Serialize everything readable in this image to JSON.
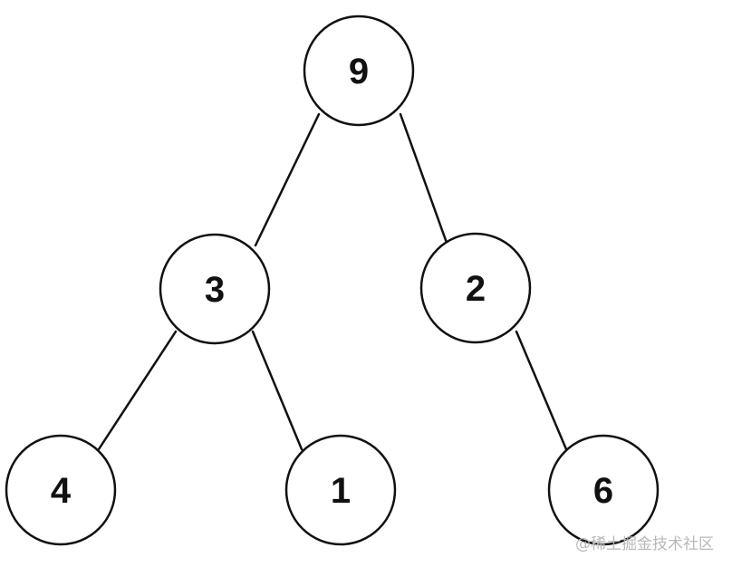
{
  "tree": {
    "nodes": [
      {
        "id": "n9",
        "label": "9"
      },
      {
        "id": "n3",
        "label": "3"
      },
      {
        "id": "n2",
        "label": "2"
      },
      {
        "id": "n4",
        "label": "4"
      },
      {
        "id": "n1",
        "label": "1"
      },
      {
        "id": "n6",
        "label": "6"
      }
    ],
    "edges": [
      {
        "from": "n9",
        "to": "n3"
      },
      {
        "from": "n9",
        "to": "n2"
      },
      {
        "from": "n3",
        "to": "n4"
      },
      {
        "from": "n3",
        "to": "n1"
      },
      {
        "from": "n2",
        "to": "n6"
      }
    ]
  },
  "watermark": {
    "text": "@稀土掘金技术社区"
  },
  "colors": {
    "stroke": "#111111",
    "fill": "#ffffff",
    "watermark": "#b8b8b8"
  }
}
